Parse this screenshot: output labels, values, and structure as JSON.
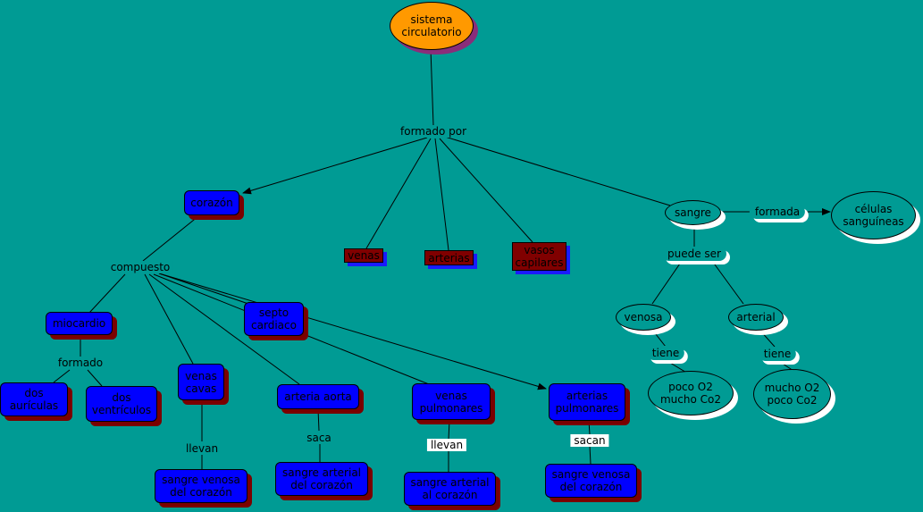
{
  "nodes": {
    "root": "sistema\ncirculatorio",
    "corazon": "corazón",
    "venas": "venas",
    "arterias": "arterias",
    "vasos": "vasos\ncapilares",
    "sangre": "sangre",
    "celulas": "células\nsanguíneas",
    "venosa": "venosa",
    "arterial": "arterial",
    "poco_o2": "poco O2\nmucho Co2",
    "mucho_o2": "mucho O2\npoco Co2",
    "miocardio": "miocardio",
    "septo": "septo\ncardiaco",
    "auriculas": "dos\naurículas",
    "ventriculos": "dos\nventrículos",
    "venas_cavas": "venas\ncavas",
    "arteria_aorta": "arteria aorta",
    "venas_pulmonares": "venas\npulmonares",
    "arterias_pulmonares": "arterias\npulmonares",
    "sangre_venosa_1": "sangre venosa\ndel corazón",
    "sangre_arterial_1": "sangre arterial\ndel corazón",
    "sangre_arterial_2": "sangre arterial\nal corazón",
    "sangre_venosa_2": "sangre venosa\ndel corazón"
  },
  "labels": {
    "formado_por": "formado por",
    "formada": "formada",
    "puede_ser": "puede ser",
    "tiene_1": "tiene",
    "tiene_2": "tiene",
    "compuesto": "compuesto",
    "formado": "formado",
    "llevan_1": "llevan",
    "saca": "saca",
    "llevan_2": "llevan",
    "sacan": "sacan"
  },
  "colors": {
    "background": "#009b94",
    "root_fill": "#ff9900",
    "box_fill": "#0000ff",
    "vessel_fill": "#800000"
  }
}
